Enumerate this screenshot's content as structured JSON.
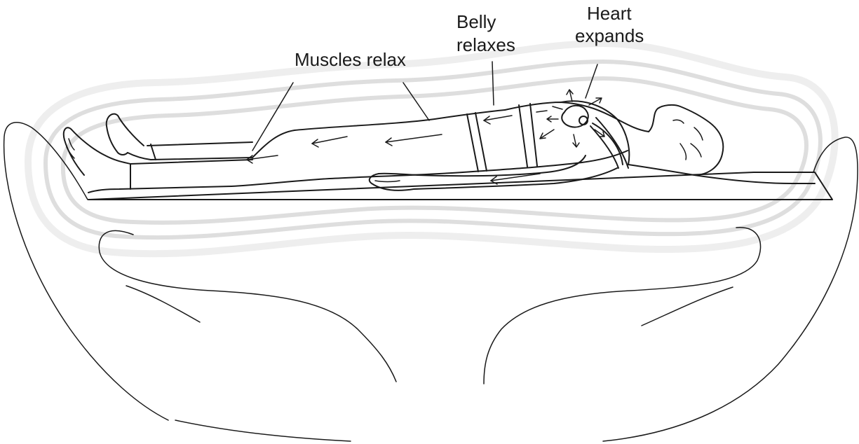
{
  "labels": {
    "muscles": "Muscles relax",
    "belly_line1": "Belly",
    "belly_line2": "relaxes",
    "heart_line1": "Heart",
    "heart_line2": "expands"
  },
  "colors": {
    "line": "#1a1a1a",
    "aura": "#d3d3d3",
    "background": "#ffffff"
  }
}
